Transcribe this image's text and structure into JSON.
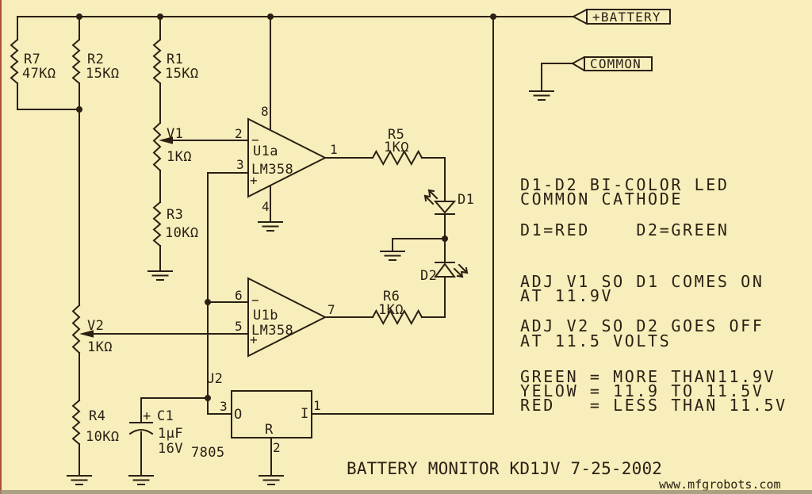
{
  "colors": {
    "background": "#f8eebc",
    "ink": "#2b2013",
    "edge_left": "#9c3520",
    "edge_bottom": "#978c72"
  },
  "tags": {
    "battery": "+BATTERY",
    "common": "COMMON"
  },
  "components": {
    "r7": {
      "ref": "R7",
      "value": "47KΩ"
    },
    "r2": {
      "ref": "R2",
      "value": "15KΩ"
    },
    "r1": {
      "ref": "R1",
      "value": "15KΩ"
    },
    "r3": {
      "ref": "R3",
      "value": "10KΩ"
    },
    "r4": {
      "ref": "R4",
      "value": "10KΩ"
    },
    "r5": {
      "ref": "R5",
      "value": "1KΩ"
    },
    "r6": {
      "ref": "R6",
      "value": "1KΩ"
    },
    "v1": {
      "ref": "V1",
      "value": "1KΩ"
    },
    "v2": {
      "ref": "V2",
      "value": "1KΩ"
    },
    "c1": {
      "ref": "C1",
      "value": "1µF",
      "rating": "16V",
      "polarity": "+"
    },
    "d1": {
      "ref": "D1"
    },
    "d2": {
      "ref": "D2"
    },
    "u1a": {
      "ref": "U1a",
      "part": "LM358",
      "pin8": "8",
      "pin2": "2",
      "pin3": "3",
      "pin4": "4",
      "pin1": "1",
      "inv": "−",
      "noninv": "+"
    },
    "u1b": {
      "ref": "U1b",
      "part": "LM358",
      "pin6": "6",
      "pin5": "5",
      "pin7": "7",
      "inv": "−",
      "noninv": "+"
    },
    "u2": {
      "ref": "U2",
      "part": "7805",
      "pin3": "3",
      "pin1": "1",
      "pin2": "2",
      "port_out": "O",
      "port_in": "I",
      "port_ref": "R"
    }
  },
  "notes": {
    "led_type_1": "D1-D2 BI-COLOR LED",
    "led_type_2": "COMMON CATHODE",
    "led_colors": "D1=RED    D2=GREEN",
    "adj1_1": "ADJ V1 SO D1 COMES ON",
    "adj1_2": "AT 11.9V",
    "adj2_1": "ADJ V2 SO D2 GOES OFF",
    "adj2_2": "AT 11.5 VOLTS",
    "legend_green": "GREEN = MORE THAN11.9V",
    "legend_yellow": "YELOW = 11.9 TO 11.5V",
    "legend_red": "RED   = LESS THAN 11.5V"
  },
  "title": "BATTERY MONITOR KD1JV 7-25-2002",
  "watermark": "www.mfgrobots.com"
}
